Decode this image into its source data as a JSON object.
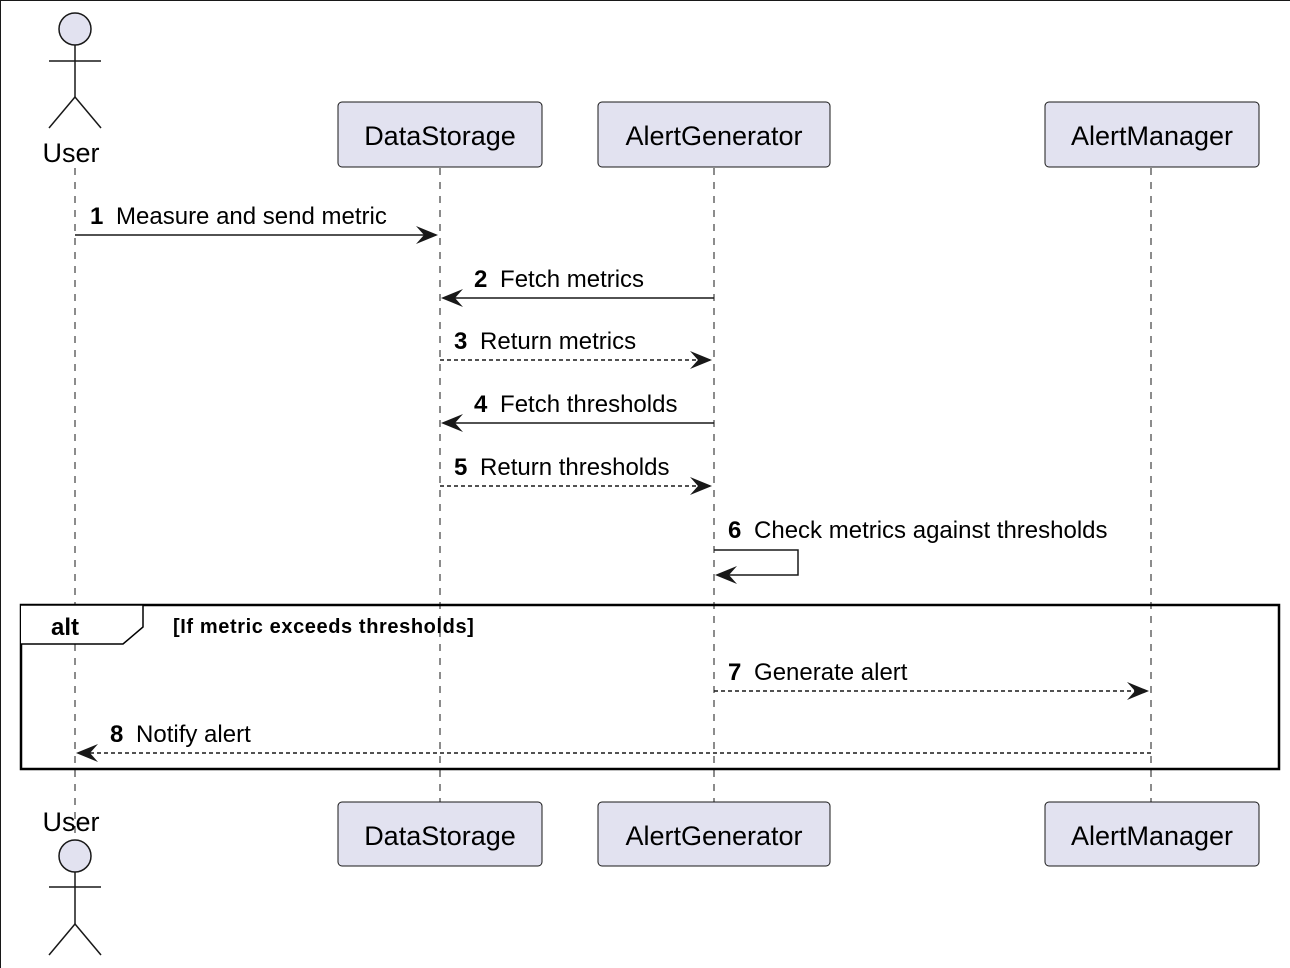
{
  "colors": {
    "participant_fill": "#e2e2f0",
    "participant_stroke": "#181818",
    "line": "#181818",
    "lifeline": "#181818",
    "background": "#ffffff"
  },
  "participants": [
    {
      "id": "user",
      "label": "User",
      "kind": "actor"
    },
    {
      "id": "datastorage",
      "label": "DataStorage",
      "kind": "box"
    },
    {
      "id": "alertgenerator",
      "label": "AlertGenerator",
      "kind": "box"
    },
    {
      "id": "alertmanager",
      "label": "AlertManager",
      "kind": "box"
    }
  ],
  "messages": [
    {
      "num": "1",
      "text": "Measure and send metric",
      "from": "user",
      "to": "datastorage",
      "style": "solid"
    },
    {
      "num": "2",
      "text": "Fetch metrics",
      "from": "alertgenerator",
      "to": "datastorage",
      "style": "solid"
    },
    {
      "num": "3",
      "text": "Return metrics",
      "from": "datastorage",
      "to": "alertgenerator",
      "style": "dashed"
    },
    {
      "num": "4",
      "text": "Fetch thresholds",
      "from": "alertgenerator",
      "to": "datastorage",
      "style": "solid"
    },
    {
      "num": "5",
      "text": "Return thresholds",
      "from": "datastorage",
      "to": "alertgenerator",
      "style": "dashed"
    },
    {
      "num": "6",
      "text": "Check metrics against thresholds",
      "from": "alertgenerator",
      "to": "alertgenerator",
      "style": "solid"
    },
    {
      "num": "7",
      "text": "Generate alert",
      "from": "alertgenerator",
      "to": "alertmanager",
      "style": "dashed"
    },
    {
      "num": "8",
      "text": "Notify alert",
      "from": "alertmanager",
      "to": "user",
      "style": "dashed"
    }
  ],
  "fragment": {
    "keyword": "alt",
    "condition": "[If metric exceeds thresholds]"
  }
}
